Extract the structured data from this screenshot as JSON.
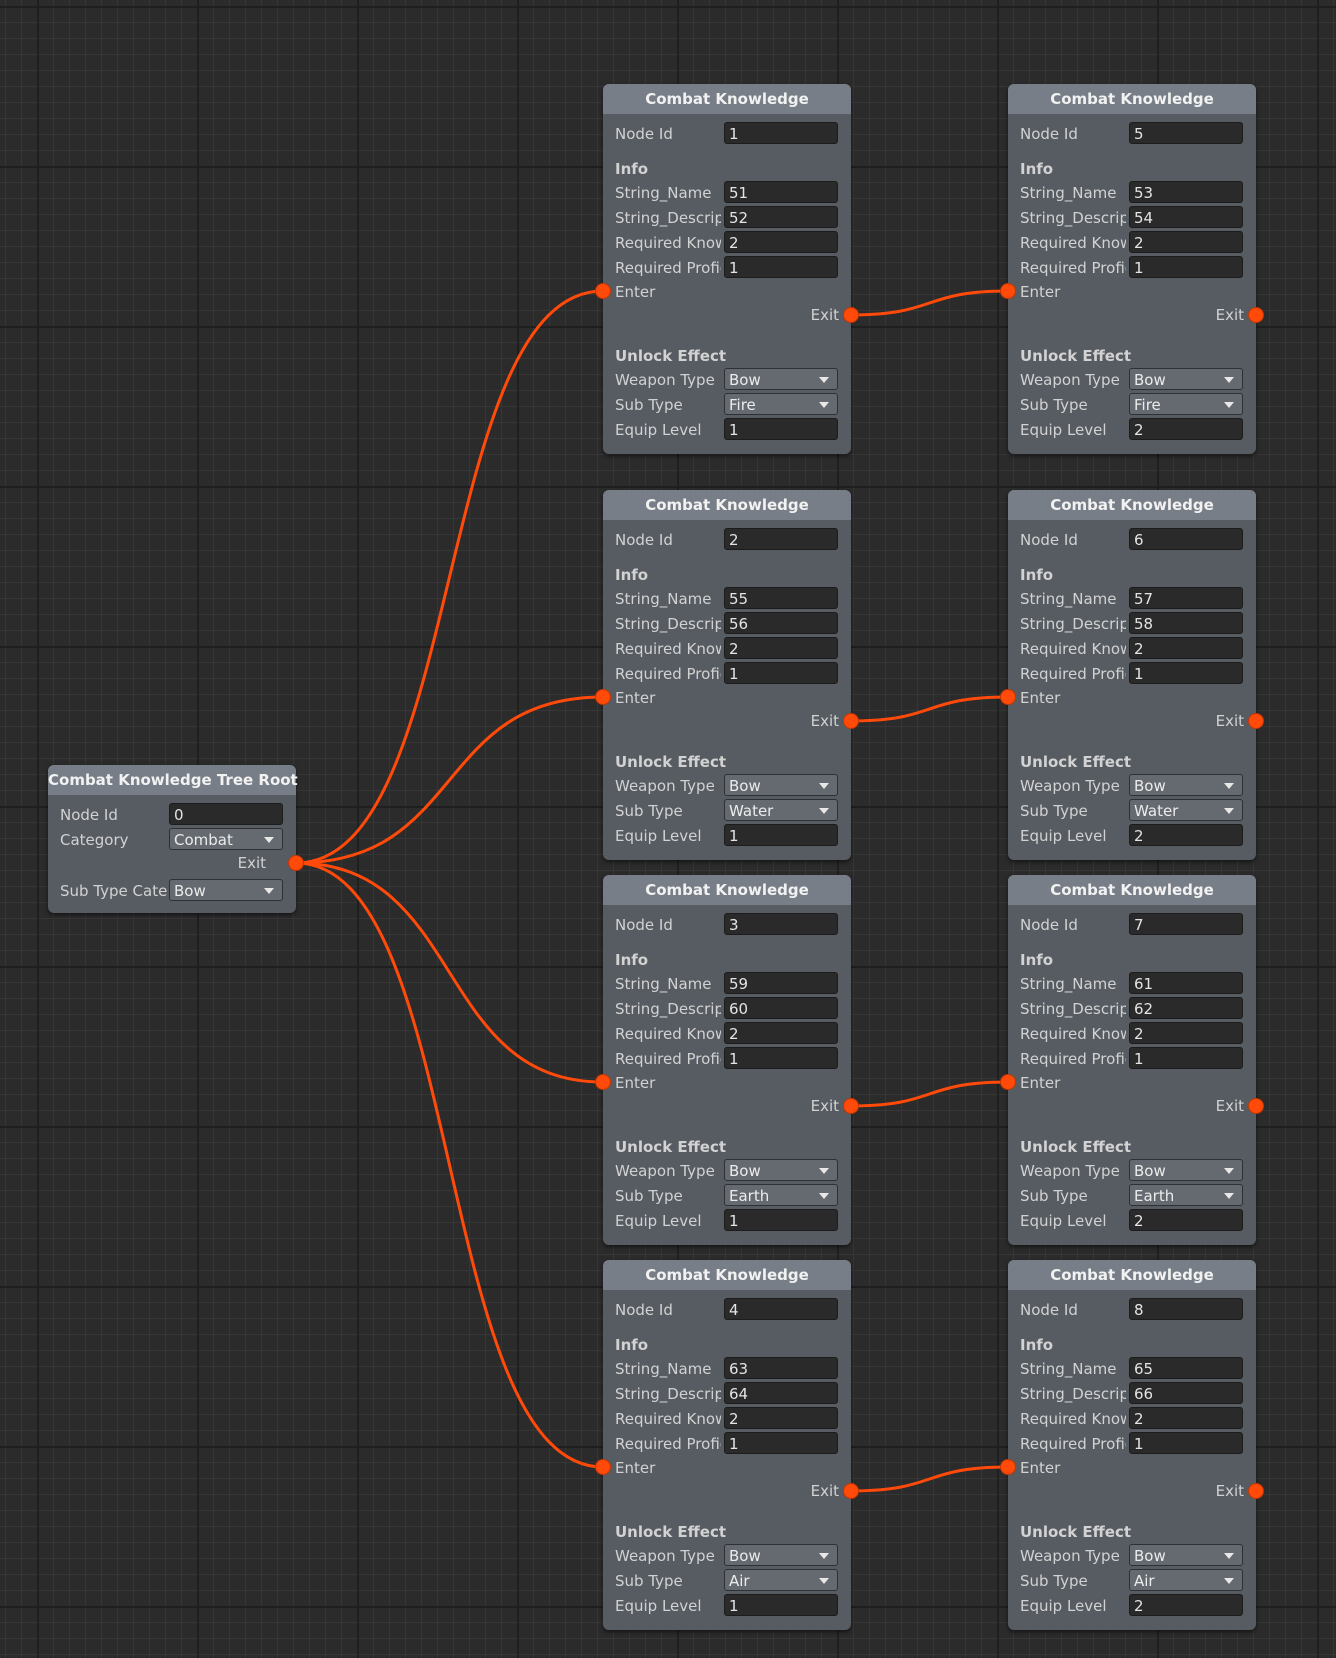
{
  "app": {
    "accent": "#ff4a0a",
    "grid_background": "#2b2b2b",
    "node_body_color": "#575c63",
    "node_header_color": "#787e87"
  },
  "root": {
    "title": "Combat Knowledge Tree Root",
    "node_id_label": "Node Id",
    "node_id": "0",
    "category_label": "Category",
    "category": "Combat",
    "exit_label": "Exit",
    "subtype_label": "Sub Type Cate",
    "subtype": "Bow"
  },
  "labels": {
    "title": "Combat Knowledge",
    "node_id": "Node Id",
    "info": "Info",
    "string_name": "String_Name",
    "string_desc": "String_Descript",
    "required_knowledge": "Required Know",
    "required_proficiency": "Required Profic",
    "enter": "Enter",
    "exit": "Exit",
    "unlock_effect": "Unlock Effect",
    "weapon_type": "Weapon Type",
    "sub_type": "Sub Type",
    "equip_level": "Equip Level"
  },
  "nodes": [
    {
      "node_id": "1",
      "string_name": "51",
      "string_desc": "52",
      "required_knowledge": "2",
      "required_proficiency": "1",
      "weapon_type": "Bow",
      "sub_type": "Fire",
      "equip_level": "1"
    },
    {
      "node_id": "5",
      "string_name": "53",
      "string_desc": "54",
      "required_knowledge": "2",
      "required_proficiency": "1",
      "weapon_type": "Bow",
      "sub_type": "Fire",
      "equip_level": "2"
    },
    {
      "node_id": "2",
      "string_name": "55",
      "string_desc": "56",
      "required_knowledge": "2",
      "required_proficiency": "1",
      "weapon_type": "Bow",
      "sub_type": "Water",
      "equip_level": "1"
    },
    {
      "node_id": "6",
      "string_name": "57",
      "string_desc": "58",
      "required_knowledge": "2",
      "required_proficiency": "1",
      "weapon_type": "Bow",
      "sub_type": "Water",
      "equip_level": "2"
    },
    {
      "node_id": "3",
      "string_name": "59",
      "string_desc": "60",
      "required_knowledge": "2",
      "required_proficiency": "1",
      "weapon_type": "Bow",
      "sub_type": "Earth",
      "equip_level": "1"
    },
    {
      "node_id": "7",
      "string_name": "61",
      "string_desc": "62",
      "required_knowledge": "2",
      "required_proficiency": "1",
      "weapon_type": "Bow",
      "sub_type": "Earth",
      "equip_level": "2"
    },
    {
      "node_id": "4",
      "string_name": "63",
      "string_desc": "64",
      "required_knowledge": "2",
      "required_proficiency": "1",
      "weapon_type": "Bow",
      "sub_type": "Air",
      "equip_level": "1"
    },
    {
      "node_id": "8",
      "string_name": "65",
      "string_desc": "66",
      "required_knowledge": "2",
      "required_proficiency": "1",
      "weapon_type": "Bow",
      "sub_type": "Air",
      "equip_level": "2"
    }
  ]
}
